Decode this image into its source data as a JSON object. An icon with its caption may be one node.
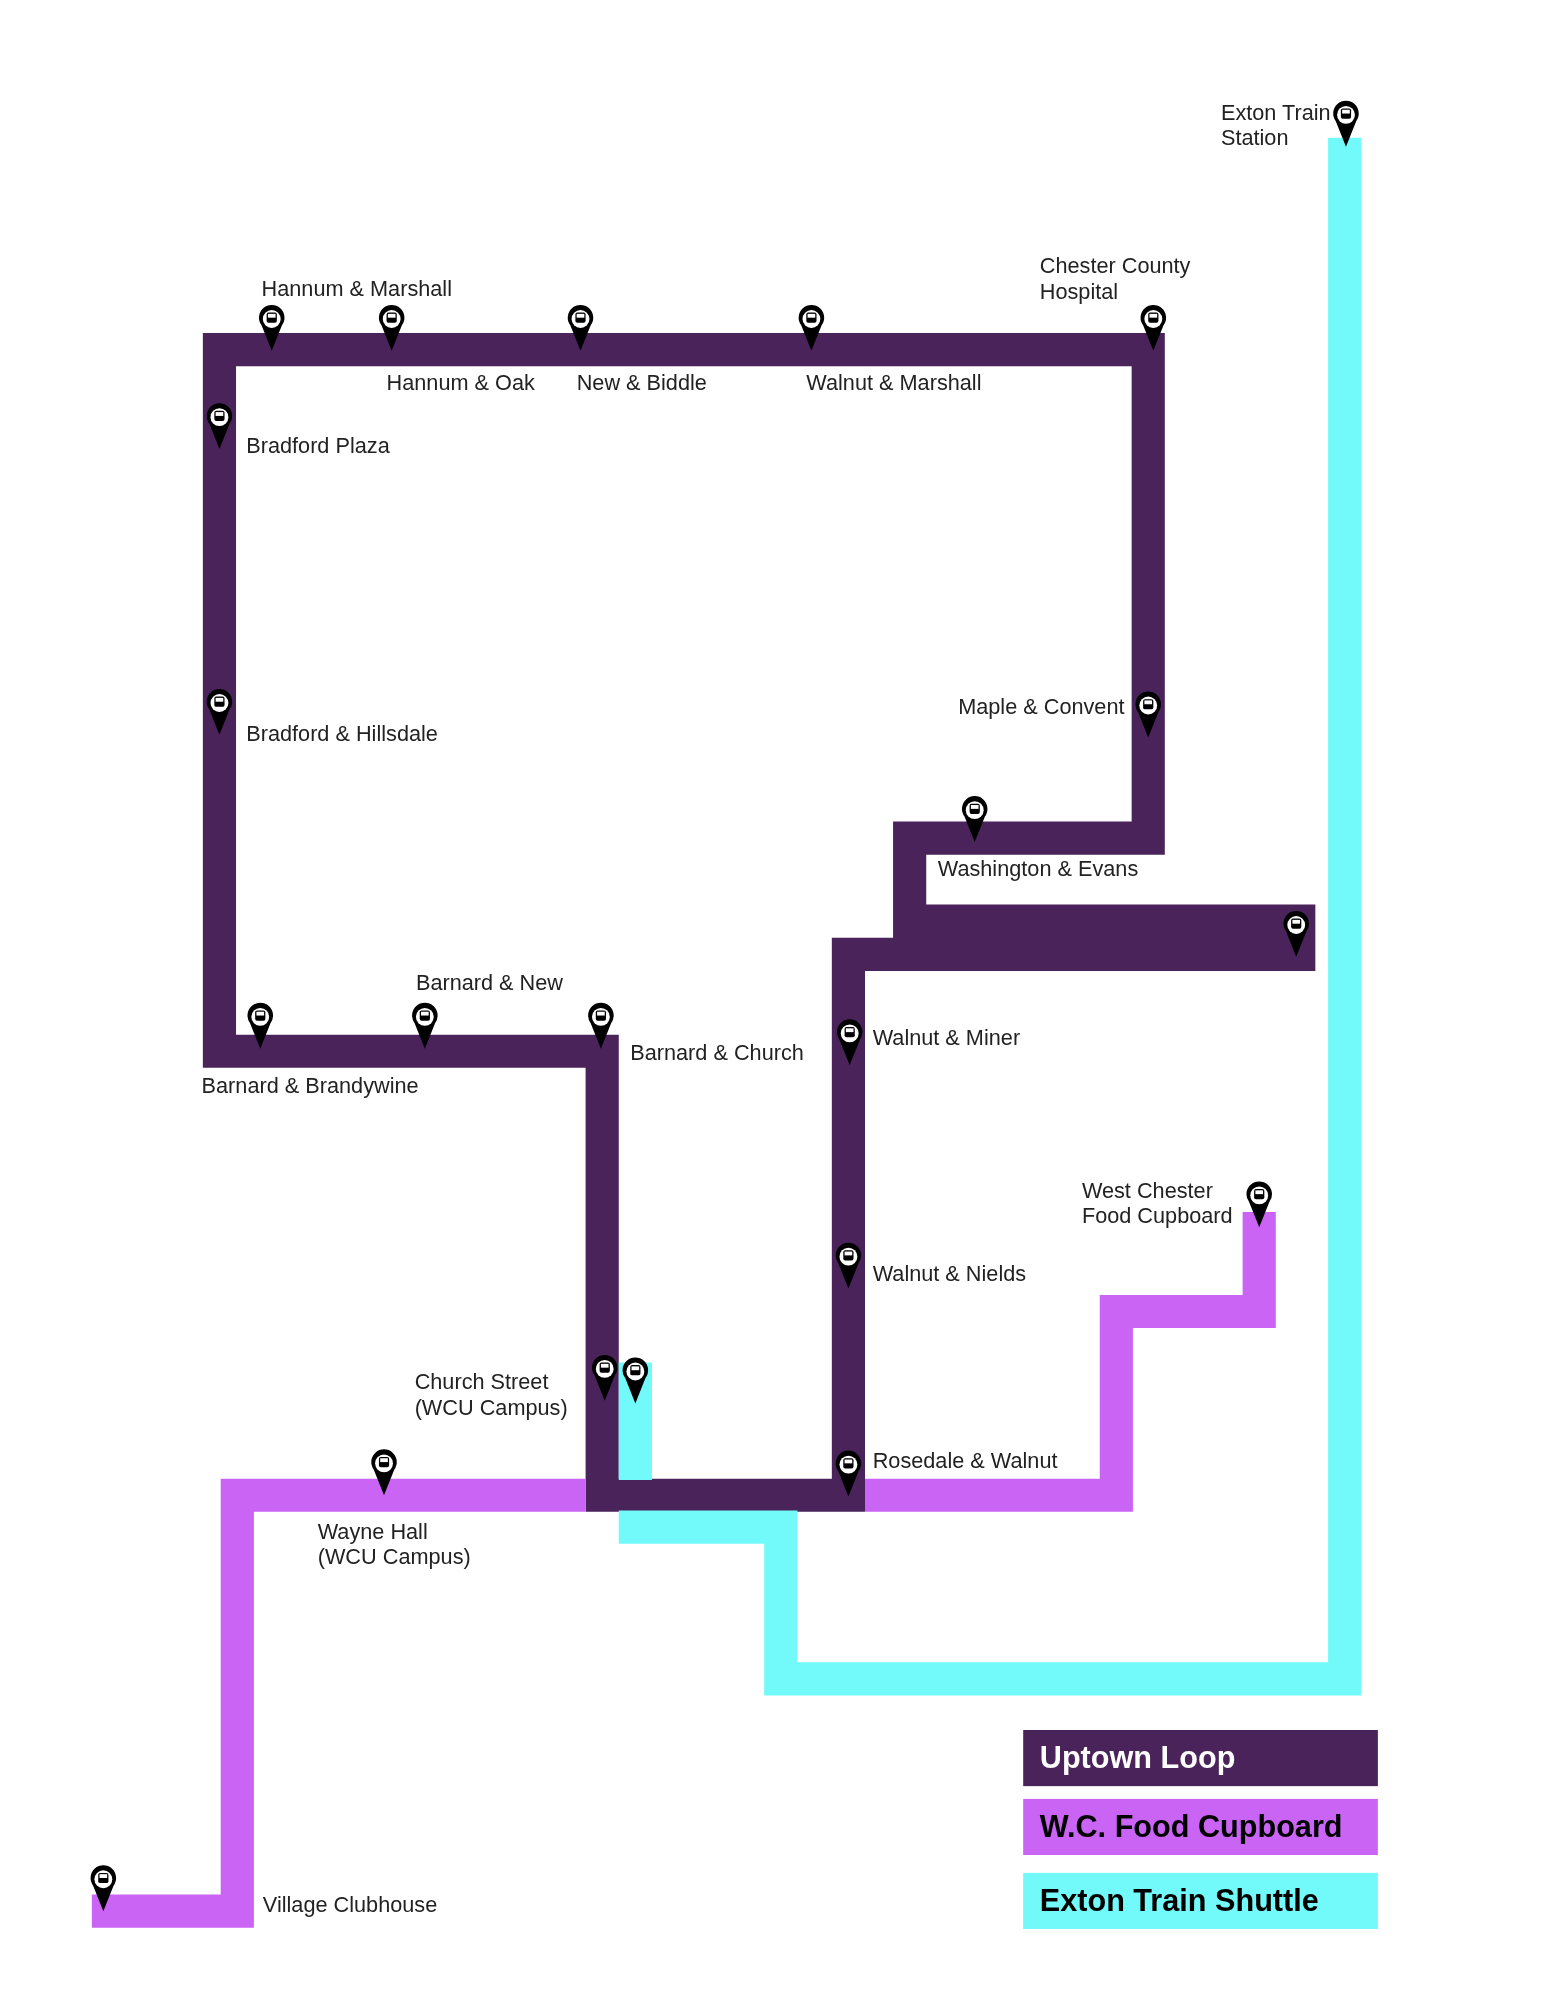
{
  "diagram": {
    "labels": [
      "Exton Train Station",
      "Hannum & Marshall",
      "Chester County Hospital",
      "Hannum & Oak",
      "New & Biddle",
      "Walnut & Marshall",
      "Bradford Plaza",
      "Bradford & Hillsdale",
      "Maple & Convent",
      "Washington & Evans",
      "Barnard & New",
      "Barnard & Church",
      "Barnard & Brandywine",
      "Walnut & Miner",
      "West Chester Food Cupboard",
      "Walnut & Nields",
      "Church Street (WCU Campus)",
      "Rosedale & Walnut",
      "Wayne Hall (WCU Campus)",
      "Village Clubhouse"
    ],
    "legend": [
      {
        "text": "Uptown Loop",
        "color": "#4a235a"
      },
      {
        "text": "W.C. Food Cupboard",
        "color": "#c964f5"
      },
      {
        "text": "Exton Train Shuttle",
        "color": "#72f9f9"
      }
    ]
  }
}
